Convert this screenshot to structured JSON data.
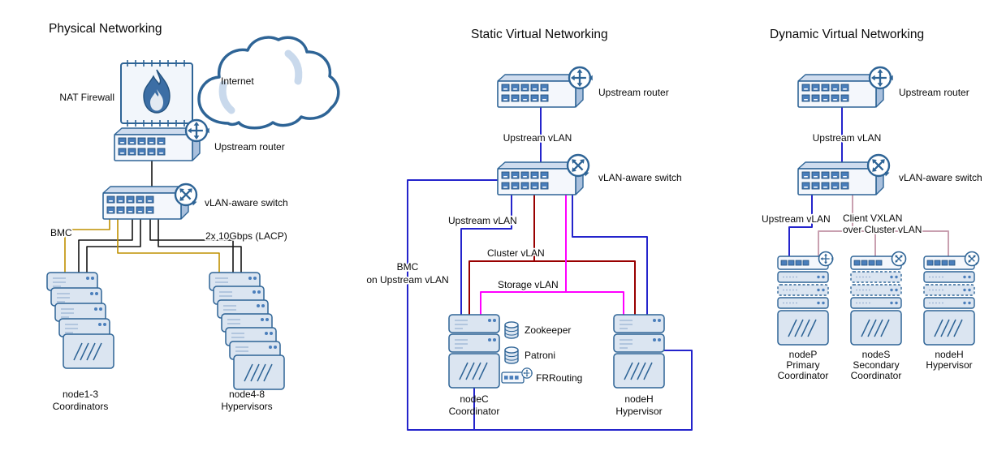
{
  "colors": {
    "outline": "#2e6496",
    "link_black": "#141414",
    "bmc_yellow": "#bf9000",
    "vlan_blue": "#2424cc",
    "cluster_red": "#990000",
    "storage_magenta": "#ff00ff",
    "vxlan_pink": "#c9a0b0"
  },
  "physical": {
    "title": "Physical Networking",
    "internet": "Internet",
    "nat_firewall": "NAT Firewall",
    "upstream_router": "Upstream router",
    "vlan_switch": "vLAN-aware switch",
    "bmc": "BMC",
    "lacp": "2x 10Gbps (LACP)",
    "coordinators": {
      "line1": "node1-3",
      "line2": "Coordinators"
    },
    "hypervisors": {
      "line1": "node4-8",
      "line2": "Hypervisors"
    }
  },
  "static_virtual": {
    "title": "Static Virtual Networking",
    "upstream_router": "Upstream router",
    "upstream_vlan_link": "Upstream vLAN",
    "vlan_switch": "vLAN-aware switch",
    "upstream_vlan": "Upstream vLAN",
    "cluster_vlan": "Cluster vLAN",
    "storage_vlan": "Storage vLAN",
    "bmc": {
      "line1": "BMC",
      "line2": "on Upstream vLAN"
    },
    "services": {
      "zookeeper": "Zookeeper",
      "patroni": "Patroni",
      "frrouting": "FRRouting"
    },
    "nodec": {
      "line1": "nodeC",
      "line2": "Coordinator"
    },
    "nodeh": {
      "line1": "nodeH",
      "line2": "Hypervisor"
    }
  },
  "dynamic_virtual": {
    "title": "Dynamic Virtual Networking",
    "upstream_router": "Upstream router",
    "upstream_vlan_link": "Upstream vLAN",
    "vlan_switch": "vLAN-aware switch",
    "upstream_vlan": "Upstream vLAN",
    "client_vxlan": {
      "line1": "Client VXLAN",
      "line2": "over Cluster vLAN"
    },
    "nodep": {
      "line1": "nodeP",
      "line2": "Primary",
      "line3": "Coordinator"
    },
    "nodes": {
      "line1": "nodeS",
      "line2": "Secondary",
      "line3": "Coordinator"
    },
    "nodeh": {
      "line1": "nodeH",
      "line2": "Hypervisor"
    }
  }
}
